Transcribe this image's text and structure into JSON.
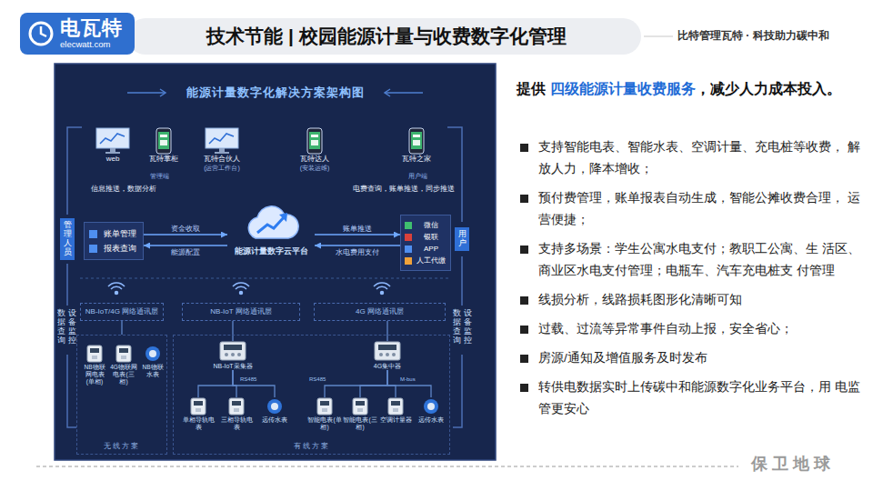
{
  "diagram": {
    "title": "技术节能 | 校园能源计量与收费数字化管理",
    "nodes": [
      {
        "text": [
          "电瓦特",
          "elecwatt.com"
        ]
      },
      {
        "text": [
          "能源计量数字化解决方案架构图"
        ]
      },
      {
        "text": [
          "web"
        ],
        "in": 1
      },
      {
        "text": [
          "瓦特掌柜"
        ],
        "in": 1
      },
      {
        "text": [
          "瓦特合伙人",
          "(运营工作台)"
        ],
        "in": 1
      },
      {
        "text": [
          "瓦特达人",
          "(安装运维)"
        ],
        "in": 1
      },
      {
        "text": [
          "瓦特之家"
        ],
        "in": 1
      },
      {
        "text": [
          "管理人员"
        ],
        "in": 1
      },
      {
        "text": [
          "用户"
        ],
        "in": 1
      },
      {
        "text": [
          "账单管理",
          "报表查询"
        ],
        "in": 1
      },
      {
        "text": [
          "能源计量数字云平台"
        ],
        "in": 1
      },
      {
        "text": [
          "微信",
          "银联",
          "APP",
          "人工代缴"
        ],
        "in": 1
      },
      {
        "text": [
          "NB-IoT/4G 网络通讯层"
        ],
        "in": 1
      },
      {
        "text": [
          "NB-IoT 网络通讯层"
        ],
        "in": 1
      },
      {
        "text": [
          "4G 网络通讯层"
        ],
        "in": 1
      },
      {
        "text": [
          "无线方案"
        ],
        "in": 1
      },
      {
        "text": [
          "NB物联网电表(单相)"
        ],
        "in": 15
      },
      {
        "text": [
          "4G物联网电表(三相)"
        ],
        "in": 15
      },
      {
        "text": [
          "NB物联水表"
        ],
        "in": 15
      },
      {
        "text": [
          "有线方案"
        ],
        "in": 1
      },
      {
        "text": [
          "NB-IoT采集器"
        ],
        "in": 19
      },
      {
        "text": [
          "4G集中器"
        ],
        "in": 19
      },
      {
        "text": [
          "单相导轨电表"
        ],
        "in": 19
      },
      {
        "text": [
          "三相导轨电表"
        ],
        "in": 19
      },
      {
        "text": [
          "远传水表"
        ],
        "in": 19
      },
      {
        "text": [
          "智能电表(单相)"
        ],
        "in": 19
      },
      {
        "text": [
          "智能电表(三相)"
        ],
        "in": 19
      },
      {
        "text": [
          "空调计量器"
        ],
        "in": 19
      },
      {
        "text": [
          "远传水表"
        ],
        "in": 19
      }
    ],
    "edges": [
      {
        "from": 9,
        "to": 10,
        "label": "资金收取",
        "arrow": "to"
      },
      {
        "from": 10,
        "to": 9,
        "label": "能源配置",
        "arrow": "to"
      },
      {
        "from": 10,
        "to": 11,
        "label": "账单推送",
        "arrow": "to"
      },
      {
        "from": 11,
        "to": 10,
        "label": "水电费用支付",
        "arrow": "to"
      },
      {
        "from": 12,
        "to": 15,
        "arrow": "none"
      },
      {
        "from": 13,
        "to": 20,
        "arrow": "none"
      },
      {
        "from": 14,
        "to": 21,
        "arrow": "none"
      },
      {
        "from": 20,
        "to": 22,
        "arrow": "none"
      },
      {
        "from": 20,
        "to": 23,
        "arrow": "none"
      },
      {
        "from": 20,
        "to": 24,
        "arrow": "none"
      },
      {
        "from": 21,
        "to": 25,
        "arrow": "none"
      },
      {
        "from": 21,
        "to": 26,
        "arrow": "none"
      },
      {
        "from": 21,
        "to": 27,
        "arrow": "none"
      },
      {
        "from": 21,
        "to": 28,
        "arrow": "none"
      }
    ],
    "labels": [
      "比特管理瓦特 · 科技助力碳中和",
      "管理端",
      "信息推送，数据分析",
      "用户端",
      "电费查询，账单推送，同步推送",
      "数据查询",
      "设备监控",
      "数据查询",
      "设备监控",
      "RS485",
      "RS485",
      "M-bus",
      "提供",
      "四级能源计量收费服务",
      "，减少人力成本投入。",
      "支持智能电表、智能水表、空调计量、充电桩等收费， 解放人力，降本增收；",
      "预付费管理，账单报表自动生成，智能公摊收费合理， 运营便捷；",
      "支持多场景：学生公寓水电支付；教职工公寓、生 活区、商业区水电支付管理；电瓶车、汽车充电桩支 付管理",
      "线损分析，线路损耗图形化清晰可知",
      "过载、过流等异常事件自动上报，安全省心；",
      "房源/通知及增值服务及时发布",
      "转供电数据实时上传碳中和能源数字化业务平台，用 电监管更安心",
      "保 卫 地 球"
    ]
  }
}
